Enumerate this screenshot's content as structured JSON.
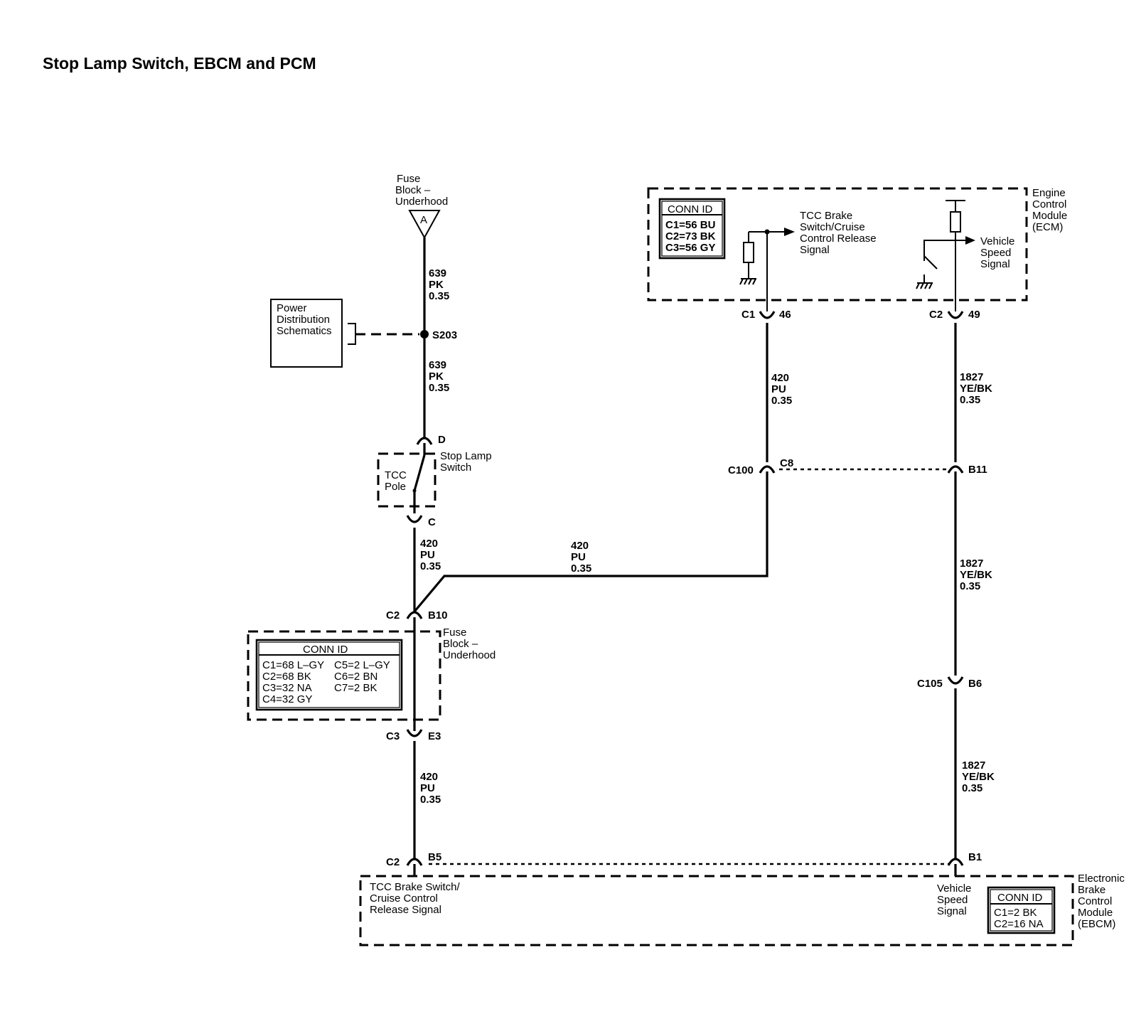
{
  "title": "Stop Lamp Switch, EBCM and PCM",
  "fuse_block_top": {
    "label_lines": [
      "Fuse",
      "Block –",
      "Underhood"
    ],
    "terminal": "A"
  },
  "wires": {
    "w1": [
      "639",
      "PK",
      "0.35"
    ],
    "w2": [
      "639",
      "PK",
      "0.35"
    ],
    "w3": [
      "420",
      "PU",
      "0.35"
    ],
    "w4": [
      "420",
      "PU",
      "0.35"
    ],
    "w5": [
      "420",
      "PU",
      "0.35"
    ],
    "w6": [
      "420",
      "PU",
      "0.35"
    ],
    "w7": [
      "1827",
      "YE/BK",
      "0.35"
    ],
    "w8": [
      "1827",
      "YE/BK",
      "0.35"
    ],
    "w9": [
      "1827",
      "YE/BK",
      "0.35"
    ]
  },
  "power_distribution": {
    "lines": [
      "Power",
      "Distribution",
      "Schematics"
    ]
  },
  "splice": "S203",
  "stop_lamp_switch": {
    "label_lines": [
      "Stop Lamp",
      "Switch"
    ],
    "pole_lines": [
      "TCC",
      "Pole"
    ],
    "term_top": "D",
    "term_bottom": "C"
  },
  "fuse_block_mid": {
    "label_lines": [
      "Fuse",
      "Block –",
      "Underhood"
    ],
    "conn_title": "CONN ID",
    "conn_col1": [
      "C1=68 L–GY",
      "C2=68 BK",
      "C3=32 NA",
      "C4=32 GY"
    ],
    "conn_col2": [
      "C5=2 L–GY",
      "C6=2 BN",
      "C7=2 BK"
    ],
    "top_conn": "C2",
    "top_pin": "B10",
    "bottom_conn": "C3",
    "bottom_pin": "E3"
  },
  "ecm": {
    "label_lines": [
      "Engine",
      "Control",
      "Module",
      "(ECM)"
    ],
    "conn_title": "CONN ID",
    "conn_lines": [
      "C1=56 BU",
      "C2=73 BK",
      "C3=56 GY"
    ],
    "tcc_signal_lines": [
      "TCC Brake",
      "Switch/Cruise",
      "Control Release",
      "Signal"
    ],
    "vss_lines": [
      "Vehicle",
      "Speed",
      "Signal"
    ],
    "c1_conn": "C1",
    "c1_pin": "46",
    "c2_conn": "C2",
    "c2_pin": "49"
  },
  "c100": {
    "conn": "C100",
    "pin_left": "C8",
    "pin_right": "B11"
  },
  "c105": {
    "conn": "C105",
    "pin": "B6"
  },
  "ebcm": {
    "label_lines": [
      "Electronic",
      "Brake",
      "Control",
      "Module",
      "(EBCM)"
    ],
    "conn_title": "CONN ID",
    "conn_lines": [
      "C1=2 BK",
      "C2=16 NA"
    ],
    "tcc_signal_lines": [
      "TCC Brake Switch/",
      "Cruise Control",
      "Release Signal"
    ],
    "vss_lines": [
      "Vehicle",
      "Speed",
      "Signal"
    ],
    "left_conn": "C2",
    "left_pin": "B5",
    "right_pin": "B1"
  }
}
